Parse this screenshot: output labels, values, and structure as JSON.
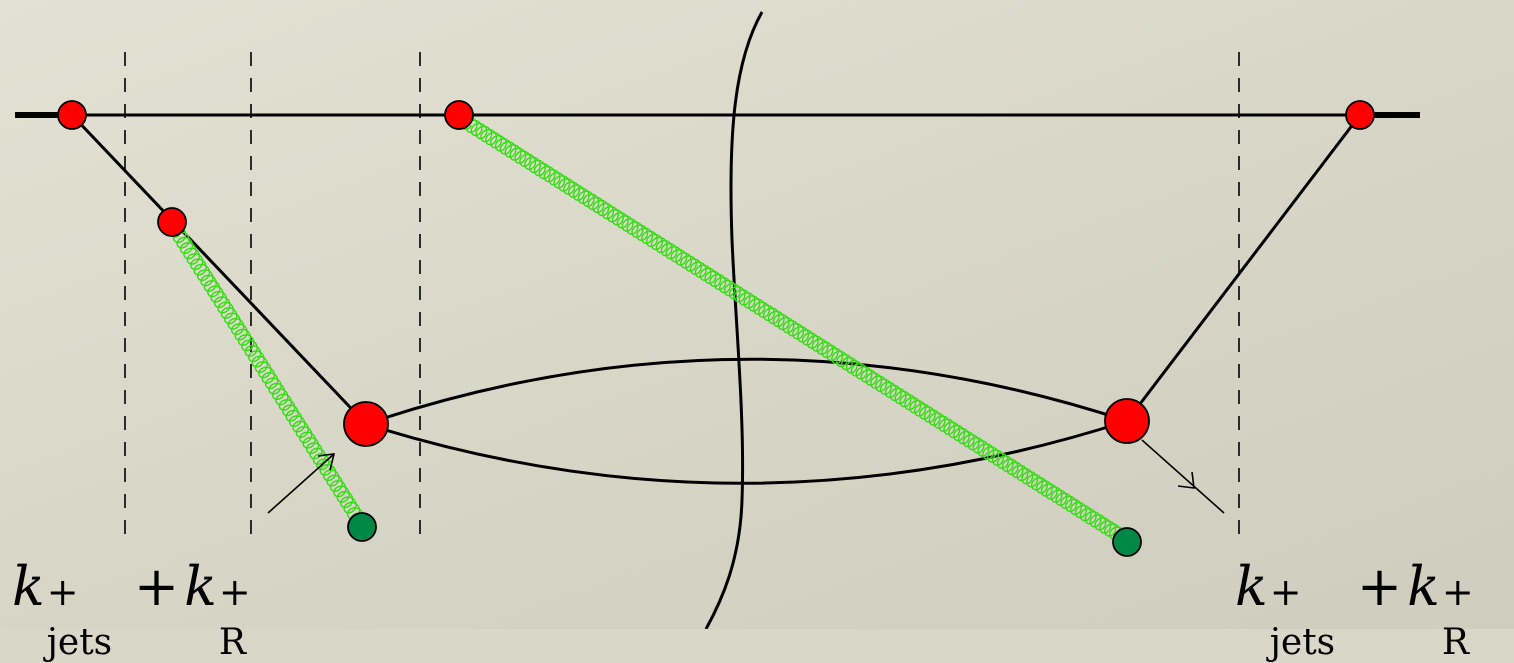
{
  "labels": {
    "left": {
      "sym1": "k",
      "sup1": "+",
      "sub1": "jets",
      "op": "+",
      "sym2": "k",
      "sup2": "+",
      "sub2": "R"
    },
    "right": {
      "sym1": "k",
      "sup1": "+",
      "sub1": "jets",
      "op": "+",
      "sym2": "k",
      "sup2": "+",
      "sub2": "R"
    }
  },
  "colors": {
    "background": "#d9d8c8",
    "line": "#000000",
    "vertex": "#ff0000",
    "gluon": "#33dd11",
    "endpoint": "#008844"
  }
}
